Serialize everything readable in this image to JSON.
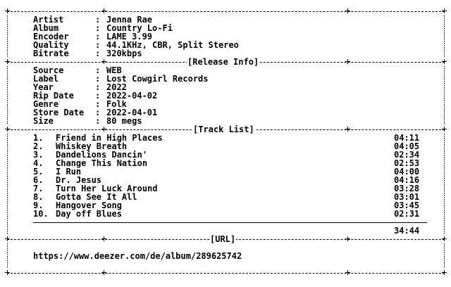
{
  "info": [
    {
      "key": "Artist",
      "value": "Jenna Rae"
    },
    {
      "key": "Album",
      "value": "Country Lo-Fi"
    },
    {
      "key": "Encoder",
      "value": "LAME 3.99"
    },
    {
      "key": "Quality",
      "value": "44.1KHz, CBR, Split Stereo"
    },
    {
      "key": "Bitrate",
      "value": "320kbps"
    }
  ],
  "release_title": "[Release Info]",
  "release": [
    {
      "key": "Source",
      "value": "WEB"
    },
    {
      "key": "Label",
      "value": "Lost Cowgirl Records"
    },
    {
      "key": "Year",
      "value": "2022"
    },
    {
      "key": "Rip Date",
      "value": "2022-04-02"
    },
    {
      "key": "Genre",
      "value": "Folk"
    },
    {
      "key": "Store Date",
      "value": "2022-04-01"
    },
    {
      "key": "Size",
      "value": "80 megs"
    }
  ],
  "tracks_title": "[Track List]",
  "tracks": [
    {
      "num": "1.",
      "title": "Friend in High Places",
      "time": "04:11"
    },
    {
      "num": "2.",
      "title": "Whiskey Breath",
      "time": "04:05"
    },
    {
      "num": "3.",
      "title": "Dandelions Dancin'",
      "time": "02:34"
    },
    {
      "num": "4.",
      "title": "Change This Nation",
      "time": "02:53"
    },
    {
      "num": "5.",
      "title": "I Run",
      "time": "04:00"
    },
    {
      "num": "6.",
      "title": "Dr. Jesus",
      "time": "04:16"
    },
    {
      "num": "7.",
      "title": "Turn Her Luck Around",
      "time": "03:28"
    },
    {
      "num": "8.",
      "title": "Gotta See It All",
      "time": "03:01"
    },
    {
      "num": "9.",
      "title": "Hangover Song",
      "time": "03:45"
    },
    {
      "num": "10.",
      "title": "Day off Blues",
      "time": "02:31"
    }
  ],
  "total_time": "34:44",
  "url_title": "[URL]",
  "url": "https://www.deezer.com/de/album/289625742",
  "separator": ":"
}
